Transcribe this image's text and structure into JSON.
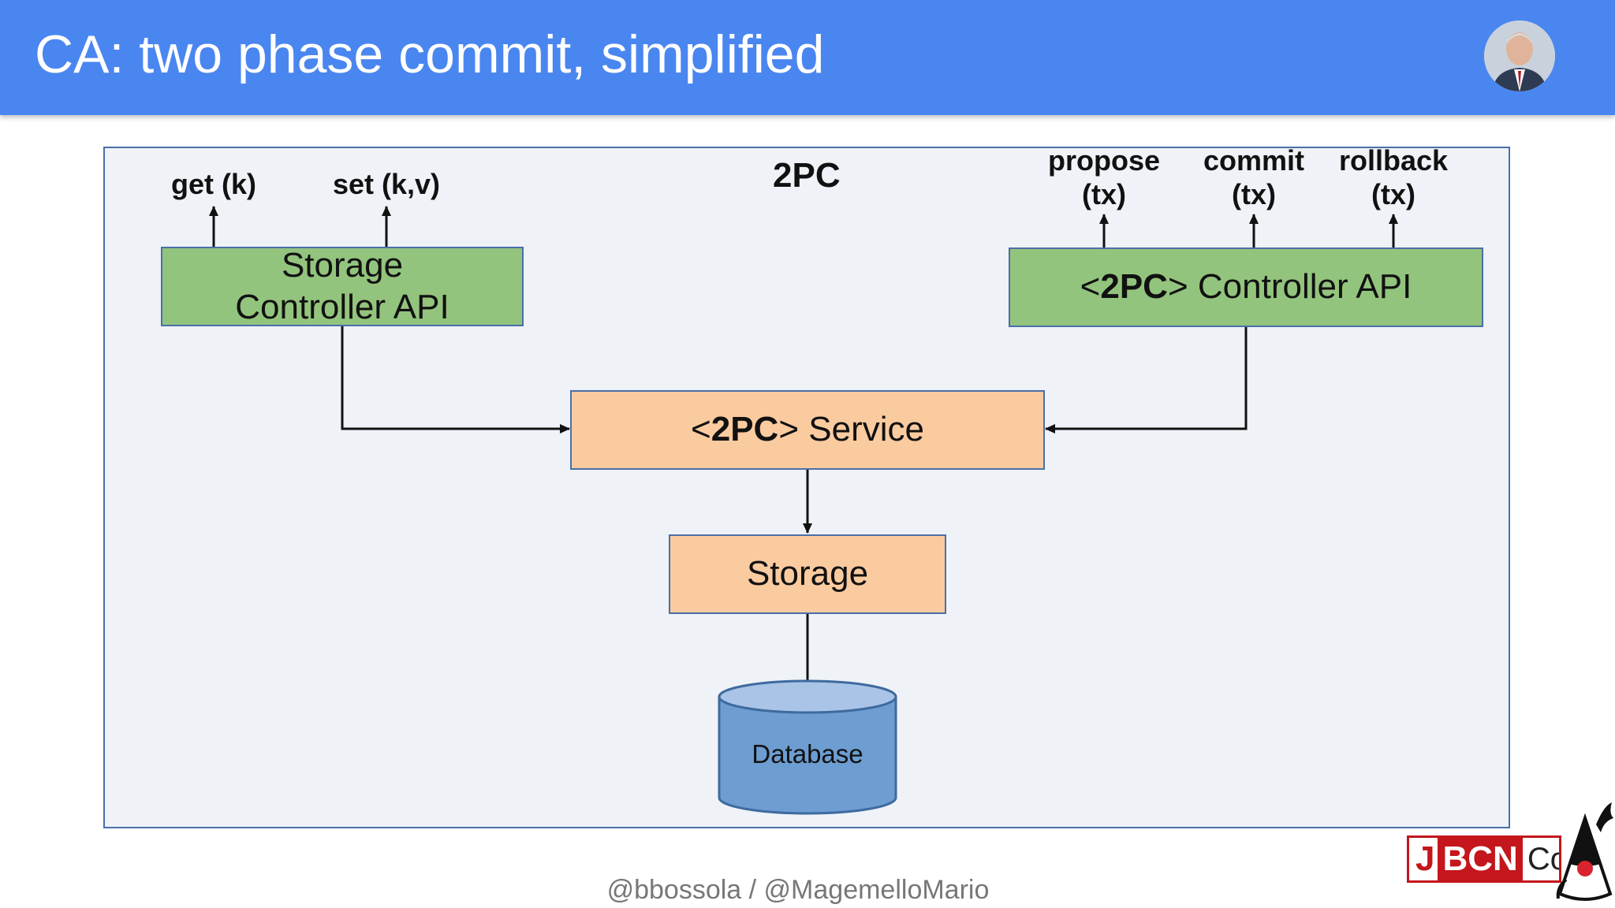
{
  "slide": {
    "title": "CA: two phase commit, simplified",
    "footer": "@bbossola / @MagemelloMario"
  },
  "diagram": {
    "frame_title": "2PC",
    "storage_controller": {
      "line1": "Storage",
      "line2": "Controller API"
    },
    "twopc_controller": {
      "prefix": "<",
      "strong": "2PC",
      "suffix": "> Controller API"
    },
    "twopc_service": {
      "prefix": "<",
      "strong": "2PC",
      "suffix": "> Service"
    },
    "storage": "Storage",
    "database": "Database",
    "operations": {
      "get": "get (k)",
      "set": "set (k,v)",
      "propose": {
        "line1": "propose",
        "line2": "(tx)"
      },
      "commit": {
        "line1": "commit",
        "line2": "(tx)"
      },
      "rollback": {
        "line1": "rollback",
        "line2": "(tx)"
      }
    }
  },
  "colors": {
    "header": "#4a86f0",
    "green_box": "#93c47d",
    "orange_box": "#fbcba0",
    "database": "#6d9dd1",
    "frame_bg": "#eff2f7",
    "border": "#4b6fa8"
  },
  "logo": {
    "j": "J",
    "bcn": "BCN",
    "conf": "Conf"
  },
  "icons": {
    "avatar": "presenter-avatar",
    "mascot": "duke-mascot-icon"
  }
}
